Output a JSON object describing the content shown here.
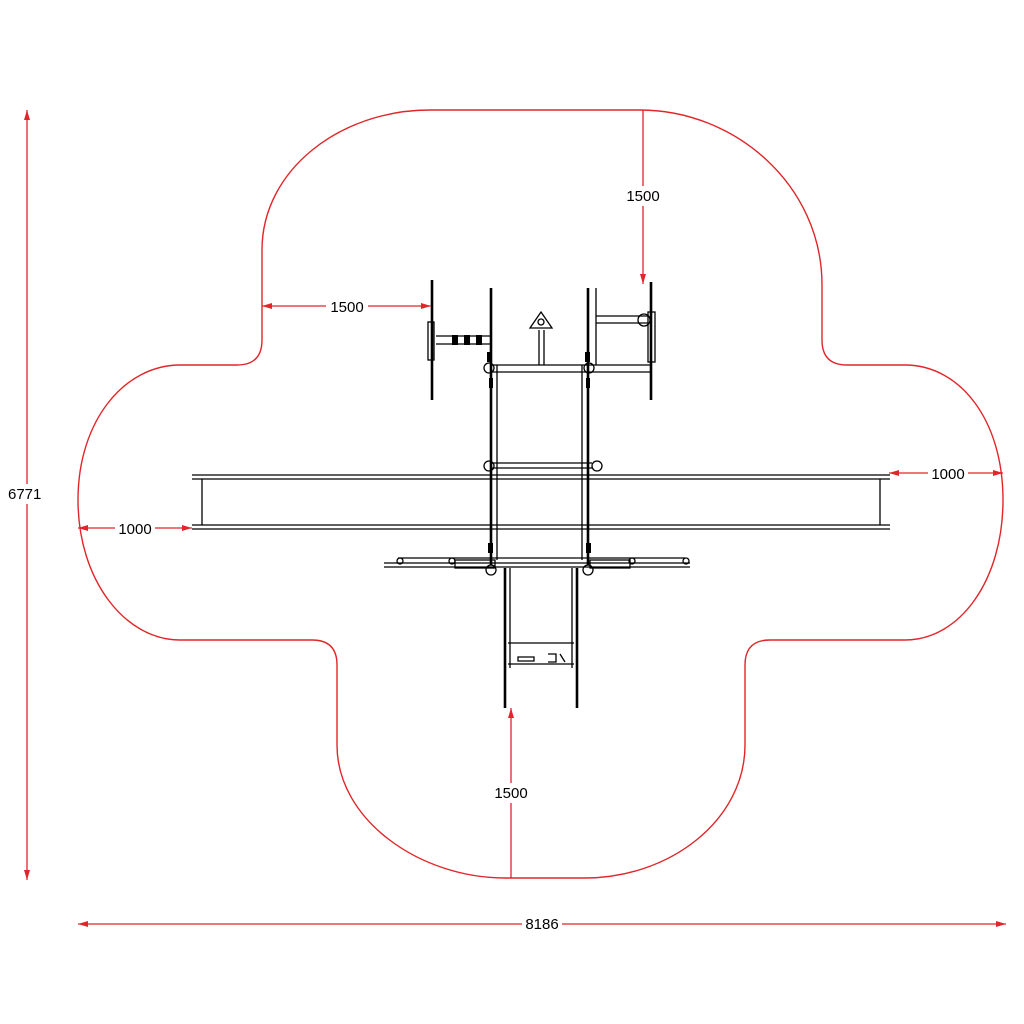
{
  "colors": {
    "dimension": "#e0262a",
    "outline": "#e0262a",
    "equipment": "#000000",
    "background": "#ffffff"
  },
  "dimensions": {
    "overall_height": "6771",
    "overall_width": "8186",
    "top_clearance": "1500",
    "upper_left_clearance": "1500",
    "left_clearance": "1000",
    "right_clearance": "1000",
    "bottom_clearance": "1500"
  }
}
